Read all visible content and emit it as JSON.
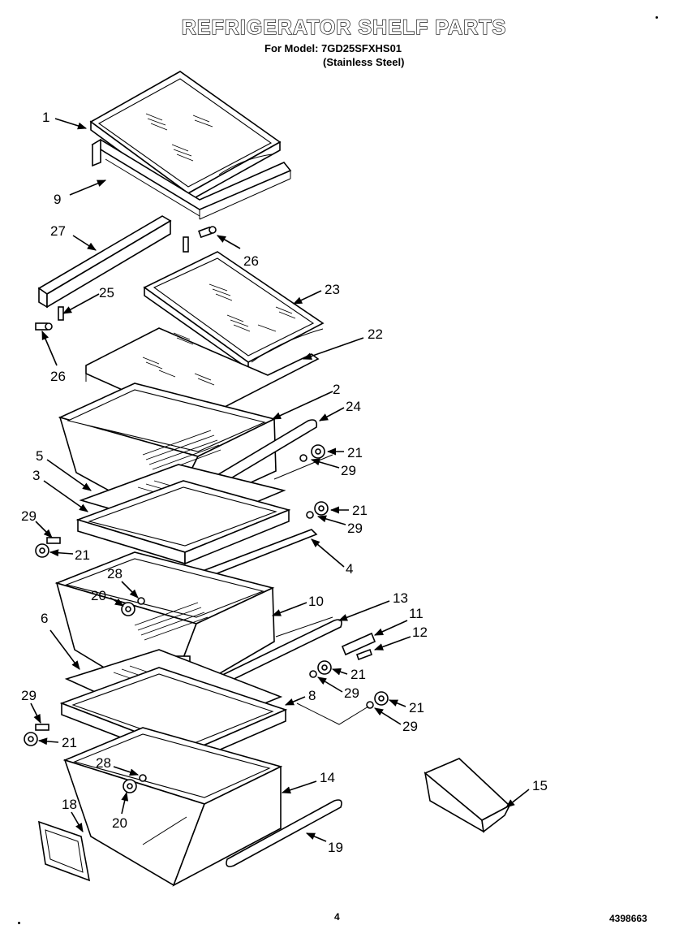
{
  "header": {
    "title": "REFRIGERATOR SHELF PARTS",
    "model_line": "For Model: 7GD25SFXHS01",
    "finish_line": "(Stainless Steel)"
  },
  "footer": {
    "page_number": "4",
    "document_number": "4398663"
  },
  "callouts": [
    {
      "id": "c1",
      "label": "1"
    },
    {
      "id": "c9",
      "label": "9"
    },
    {
      "id": "c27",
      "label": "27"
    },
    {
      "id": "c26a",
      "label": "26"
    },
    {
      "id": "c25",
      "label": "25"
    },
    {
      "id": "c23",
      "label": "23"
    },
    {
      "id": "c26b",
      "label": "26"
    },
    {
      "id": "c22",
      "label": "22"
    },
    {
      "id": "c2",
      "label": "2"
    },
    {
      "id": "c24",
      "label": "24"
    },
    {
      "id": "c21a",
      "label": "21"
    },
    {
      "id": "c29a",
      "label": "29"
    },
    {
      "id": "c5",
      "label": "5"
    },
    {
      "id": "c3",
      "label": "3"
    },
    {
      "id": "c21b",
      "label": "21"
    },
    {
      "id": "c29b",
      "label": "29"
    },
    {
      "id": "c29c",
      "label": "29"
    },
    {
      "id": "c21c",
      "label": "21"
    },
    {
      "id": "c4",
      "label": "4"
    },
    {
      "id": "c28a",
      "label": "28"
    },
    {
      "id": "c20a",
      "label": "20"
    },
    {
      "id": "c10",
      "label": "10"
    },
    {
      "id": "c13",
      "label": "13"
    },
    {
      "id": "c6",
      "label": "6"
    },
    {
      "id": "c11",
      "label": "11"
    },
    {
      "id": "c12",
      "label": "12"
    },
    {
      "id": "c21d",
      "label": "21"
    },
    {
      "id": "c29d",
      "label": "29"
    },
    {
      "id": "c8",
      "label": "8"
    },
    {
      "id": "c21e",
      "label": "21"
    },
    {
      "id": "c29e",
      "label": "29"
    },
    {
      "id": "c29f",
      "label": "29"
    },
    {
      "id": "c21f",
      "label": "21"
    },
    {
      "id": "c28b",
      "label": "28"
    },
    {
      "id": "c14",
      "label": "14"
    },
    {
      "id": "c15",
      "label": "15"
    },
    {
      "id": "c18",
      "label": "18"
    },
    {
      "id": "c20b",
      "label": "20"
    },
    {
      "id": "c19",
      "label": "19"
    }
  ]
}
